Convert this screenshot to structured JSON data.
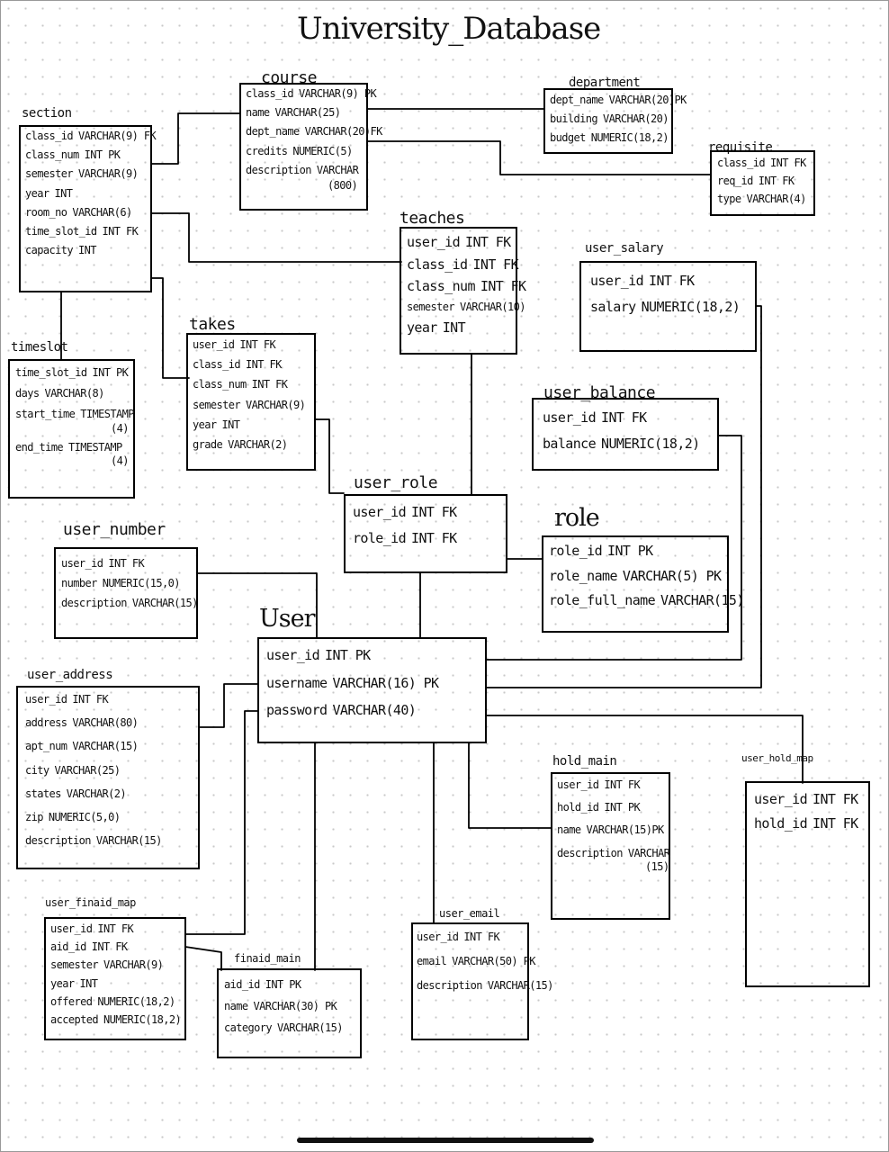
{
  "title": "University_Database",
  "tables": {
    "section": {
      "label": "section",
      "columns": [
        {
          "name": "class_id",
          "type": "VARCHAR(9) FK"
        },
        {
          "name": "class_num",
          "type": "INT PK"
        },
        {
          "name": "semester",
          "type": "VARCHAR(9)"
        },
        {
          "name": "year",
          "type": "INT"
        },
        {
          "name": "room_no",
          "type": "VARCHAR(6)"
        },
        {
          "name": "time_slot_id",
          "type": "INT FK"
        },
        {
          "name": "capacity",
          "type": "INT"
        }
      ]
    },
    "course": {
      "label": "course",
      "columns": [
        {
          "name": "class_id",
          "type": "VARCHAR(9) PK"
        },
        {
          "name": "name",
          "type": "VARCHAR(25)"
        },
        {
          "name": "dept_name",
          "type": "VARCHAR(20)FK"
        },
        {
          "name": "credits",
          "type": "NUMERIC(5)"
        },
        {
          "name": "description",
          "type": "VARCHAR"
        },
        {
          "name": "",
          "type": "(800)"
        }
      ]
    },
    "department": {
      "label": "department",
      "columns": [
        {
          "name": "dept_name",
          "type": "VARCHAR(20)PK"
        },
        {
          "name": "building",
          "type": "VARCHAR(20)"
        },
        {
          "name": "budget",
          "type": "NUMERIC(18,2)"
        }
      ]
    },
    "requisite": {
      "label": "requisite",
      "columns": [
        {
          "name": "class_id",
          "type": "INT FK"
        },
        {
          "name": "req_id",
          "type": "INT FK"
        },
        {
          "name": "type",
          "type": "VARCHAR(4)"
        }
      ]
    },
    "teaches": {
      "label": "teaches",
      "columns": [
        {
          "name": "user_id",
          "type": "INT FK"
        },
        {
          "name": "class_id",
          "type": "INT FK"
        },
        {
          "name": "class_num",
          "type": "INT FK"
        },
        {
          "name": "semester",
          "type": "VARCHAR(10)"
        },
        {
          "name": "year",
          "type": "INT"
        }
      ]
    },
    "user_salary": {
      "label": "user_salary",
      "columns": [
        {
          "name": "user_id",
          "type": "INT FK"
        },
        {
          "name": "salary",
          "type": "NUMERIC(18,2)"
        }
      ]
    },
    "timeslot": {
      "label": "timeslot",
      "columns": [
        {
          "name": "time_slot_id",
          "type": "INT PK"
        },
        {
          "name": "days",
          "type": "VARCHAR(8)"
        },
        {
          "name": "start_time",
          "type": "TIMESTAMP"
        },
        {
          "name": "",
          "type": "(4)"
        },
        {
          "name": "end_time",
          "type": "TIMESTAMP"
        },
        {
          "name": "",
          "type": "(4)"
        }
      ]
    },
    "takes": {
      "label": "takes",
      "columns": [
        {
          "name": "user_id",
          "type": "INT FK"
        },
        {
          "name": "class_id",
          "type": "INT FK"
        },
        {
          "name": "class_num",
          "type": "INT FK"
        },
        {
          "name": "semester",
          "type": "VARCHAR(9)"
        },
        {
          "name": "year",
          "type": "INT"
        },
        {
          "name": "grade",
          "type": "VARCHAR(2)"
        }
      ]
    },
    "user_balance": {
      "label": "user_balance",
      "columns": [
        {
          "name": "user_id",
          "type": "INT FK"
        },
        {
          "name": "balance",
          "type": "NUMERIC(18,2)"
        }
      ]
    },
    "user_role": {
      "label": "user_role",
      "columns": [
        {
          "name": "user_id",
          "type": "INT FK"
        },
        {
          "name": "role_id",
          "type": "INT FK"
        }
      ]
    },
    "role": {
      "label": "role",
      "columns": [
        {
          "name": "role_id",
          "type": "INT PK"
        },
        {
          "name": "role_name",
          "type": "VARCHAR(5) PK"
        },
        {
          "name": "role_full_name",
          "type": "VARCHAR(15)"
        }
      ]
    },
    "user_number": {
      "label": "user_number",
      "columns": [
        {
          "name": "user_id",
          "type": "INT FK"
        },
        {
          "name": "number",
          "type": "NUMERIC(15,0)"
        },
        {
          "name": "description",
          "type": "VARCHAR(15)"
        }
      ]
    },
    "user": {
      "label": "User",
      "columns": [
        {
          "name": "user_id",
          "type": "INT PK"
        },
        {
          "name": "username",
          "type": "VARCHAR(16) PK"
        },
        {
          "name": "password",
          "type": "VARCHAR(40)"
        }
      ]
    },
    "user_address": {
      "label": "user_address",
      "columns": [
        {
          "name": "user_id",
          "type": "INT FK"
        },
        {
          "name": "address",
          "type": "VARCHAR(80)"
        },
        {
          "name": "apt_num",
          "type": "VARCHAR(15)"
        },
        {
          "name": "city",
          "type": "VARCHAR(25)"
        },
        {
          "name": "states",
          "type": "VARCHAR(2)"
        },
        {
          "name": "zip",
          "type": "NUMERIC(5,0)"
        },
        {
          "name": "description",
          "type": "VARCHAR(15)"
        }
      ]
    },
    "hold_main": {
      "label": "hold_main",
      "columns": [
        {
          "name": "user_id",
          "type": "INT FK"
        },
        {
          "name": "hold_id",
          "type": "INT PK"
        },
        {
          "name": "name",
          "type": "VARCHAR(15)PK"
        },
        {
          "name": "description",
          "type": "VARCHAR"
        },
        {
          "name": "",
          "type": "(15)"
        }
      ]
    },
    "user_hold_map": {
      "label": "user_hold_map",
      "columns": [
        {
          "name": "user_id",
          "type": "INT FK"
        },
        {
          "name": "hold_id",
          "type": "INT FK"
        }
      ]
    },
    "user_finaid_map": {
      "label": "user_finaid_map",
      "columns": [
        {
          "name": "user_id",
          "type": "INT FK"
        },
        {
          "name": "aid_id",
          "type": "INT FK"
        },
        {
          "name": "semester",
          "type": "VARCHAR(9)"
        },
        {
          "name": "year",
          "type": "INT"
        },
        {
          "name": "offered",
          "type": "NUMERIC(18,2)"
        },
        {
          "name": "accepted",
          "type": "NUMERIC(18,2)"
        }
      ]
    },
    "finaid_main": {
      "label": "finaid_main",
      "columns": [
        {
          "name": "aid_id",
          "type": "INT PK"
        },
        {
          "name": "name",
          "type": "VARCHAR(30) PK"
        },
        {
          "name": "category",
          "type": "VARCHAR(15)"
        }
      ]
    },
    "user_email": {
      "label": "user_email",
      "columns": [
        {
          "name": "user_id",
          "type": "INT FK"
        },
        {
          "name": "email",
          "type": "VARCHAR(50) PK"
        },
        {
          "name": "description",
          "type": "VARCHAR(15)"
        }
      ]
    }
  }
}
